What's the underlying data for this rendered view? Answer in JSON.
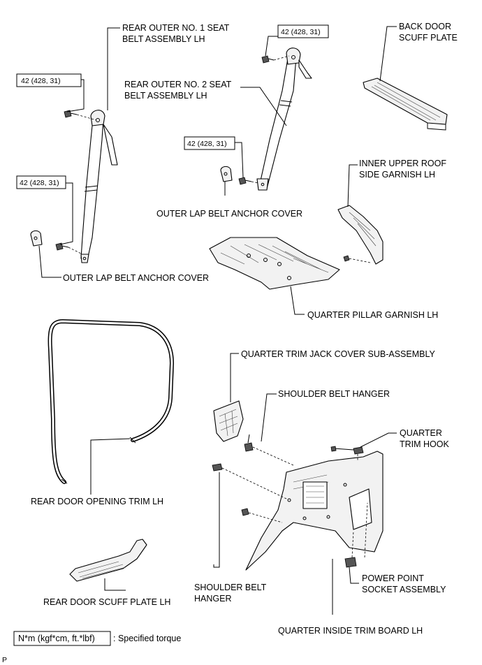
{
  "labels": {
    "rear_outer_no1": [
      "REAR OUTER NO. 1 SEAT",
      "BELT ASSEMBLY LH"
    ],
    "rear_outer_no2": [
      "REAR OUTER NO. 2 SEAT",
      "BELT ASSEMBLY LH"
    ],
    "back_door_scuff": [
      "BACK DOOR",
      "SCUFF PLATE"
    ],
    "inner_upper_roof": [
      "INNER UPPER ROOF",
      "SIDE GARNISH LH"
    ],
    "outer_lap_cover_1": "OUTER LAP BELT ANCHOR COVER",
    "outer_lap_cover_2": "OUTER LAP BELT ANCHOR COVER",
    "quarter_pillar": "QUARTER PILLAR GARNISH LH",
    "quarter_trim_jack": "QUARTER TRIM JACK COVER SUB-ASSEMBLY",
    "shoulder_hanger_top": "SHOULDER BELT HANGER",
    "quarter_trim_hook": [
      "QUARTER",
      "TRIM HOOK"
    ],
    "rear_door_opening": "REAR DOOR OPENING TRIM LH",
    "shoulder_hanger_bottom": [
      "SHOULDER BELT",
      "HANGER"
    ],
    "power_point": [
      "POWER POINT",
      "SOCKET ASSEMBLY"
    ],
    "rear_door_scuff": "REAR DOOR SCUFF PLATE LH",
    "quarter_inside_trim": "QUARTER INSIDE TRIM BOARD LH"
  },
  "torque": {
    "t1": "42 (428, 31)",
    "t2": "42 (428, 31)",
    "t3": "42 (428, 31)",
    "t4": "42 (428, 31)"
  },
  "legend": {
    "box_text": "N*m (kgf*cm, ft.*lbf)",
    "description": ": Specified torque"
  },
  "footer_mark": "P"
}
